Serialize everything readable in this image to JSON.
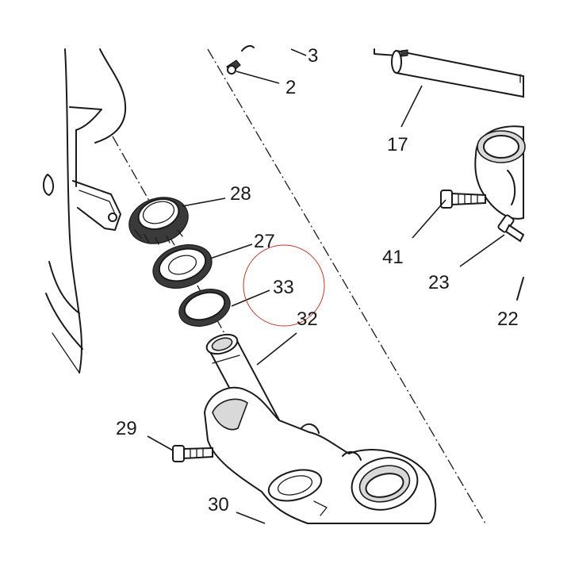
{
  "parts": [
    {
      "id": "p3",
      "label": "3"
    },
    {
      "id": "p2",
      "label": "2"
    },
    {
      "id": "p17",
      "label": "17"
    },
    {
      "id": "p28",
      "label": "28"
    },
    {
      "id": "p27",
      "label": "27"
    },
    {
      "id": "p33",
      "label": "33"
    },
    {
      "id": "p32",
      "label": "32"
    },
    {
      "id": "p41",
      "label": "41"
    },
    {
      "id": "p23",
      "label": "23"
    },
    {
      "id": "p22",
      "label": "22"
    },
    {
      "id": "p29",
      "label": "29"
    },
    {
      "id": "p30",
      "label": "30"
    }
  ],
  "highlight": {
    "target": "33",
    "color": "#c0392b"
  },
  "colors": {
    "ink": "#1a1a1a",
    "shade": "#d9d9d9",
    "background": "#ffffff"
  }
}
